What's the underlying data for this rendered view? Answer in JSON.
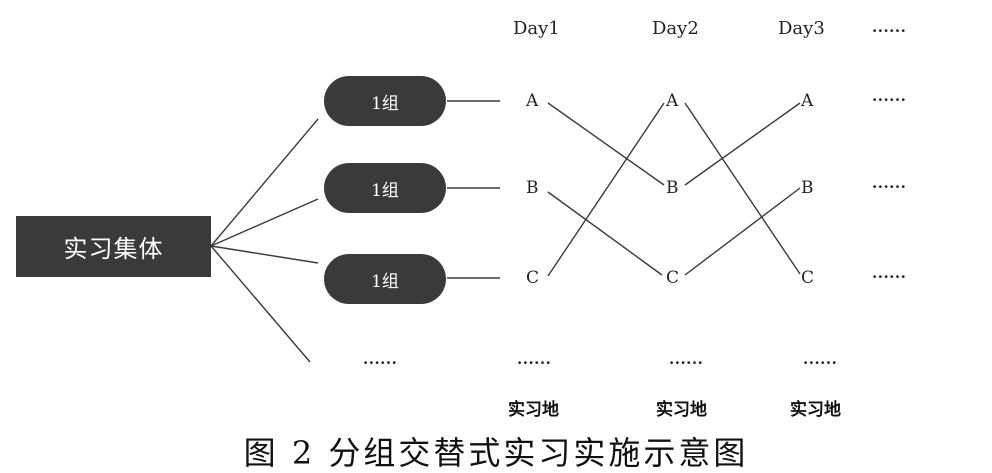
{
  "diagram": {
    "root": {
      "label": "实习集体"
    },
    "groups": [
      {
        "label": "1组"
      },
      {
        "label": "1组"
      },
      {
        "label": "1组"
      }
    ],
    "group_ellipsis": "······",
    "days": [
      {
        "label": "Day1",
        "nodes": [
          "A",
          "B",
          "C"
        ],
        "ellipsis": "······",
        "site_label": "实习地"
      },
      {
        "label": "Day2",
        "nodes": [
          "A",
          "B",
          "C"
        ],
        "ellipsis": "······",
        "site_label": "实习地"
      },
      {
        "label": "Day3",
        "nodes": [
          "A",
          "B",
          "C"
        ],
        "ellipsis": "······",
        "site_label": "实习地"
      }
    ],
    "extra_column": {
      "header": "······",
      "rows": [
        "······",
        "······",
        "······"
      ]
    },
    "rotation_links": [
      [
        "Day1.A",
        "Day2.B"
      ],
      [
        "Day1.B",
        "Day2.C"
      ],
      [
        "Day1.C",
        "Day2.A"
      ],
      [
        "Day2.A",
        "Day3.C"
      ],
      [
        "Day2.B",
        "Day3.A"
      ],
      [
        "Day2.C",
        "Day3.B"
      ]
    ],
    "colors": {
      "box_fill": "#3a3a3a",
      "line": "#3a3a3a",
      "text": "#222222"
    }
  },
  "caption": "图 2  分组交替式实习实施示意图"
}
